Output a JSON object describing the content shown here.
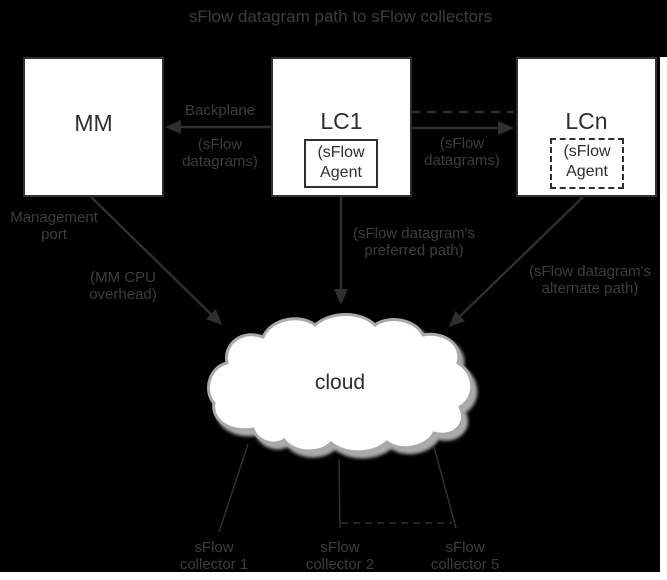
{
  "title": "sFlow datagram path to sFlow collectors",
  "colors": {
    "bg": "#000000",
    "line": "#2f2f2f",
    "label-text": "#3d3d3d",
    "node-text": "#2e2e2e",
    "node-bg": "#ffffff",
    "cloud-stroke": "#a9a9a9",
    "cloud-shadow": "#ababab",
    "page-margin": "#ffffff"
  },
  "nodes": {
    "mm": {
      "label": "MM"
    },
    "lc1": {
      "label": "LC1",
      "agent_label": "(sFlow\nAgent"
    },
    "lcn": {
      "label": "LCn",
      "agent_label": "(sFlow\nAgent"
    },
    "cloud": {
      "label": "cloud"
    }
  },
  "edge_labels": {
    "backplane": "Backplane",
    "backplane_sub": "(sFlow\ndatagrams)",
    "lc1_to_lcn": "(sFlow\ndatagrams)",
    "management_port": "Management\nport",
    "mm_cpu": "(MM CPU\noverhead)",
    "preferred": "(sFlow datagram's\npreferred path)",
    "alternate": "(sFlow datagram's\nalternate path)"
  },
  "collectors": [
    {
      "label": "sFlow\ncollector 1"
    },
    {
      "label": "sFlow\ncollector 2"
    },
    {
      "label": "sFlow\ncollector 5"
    }
  ]
}
